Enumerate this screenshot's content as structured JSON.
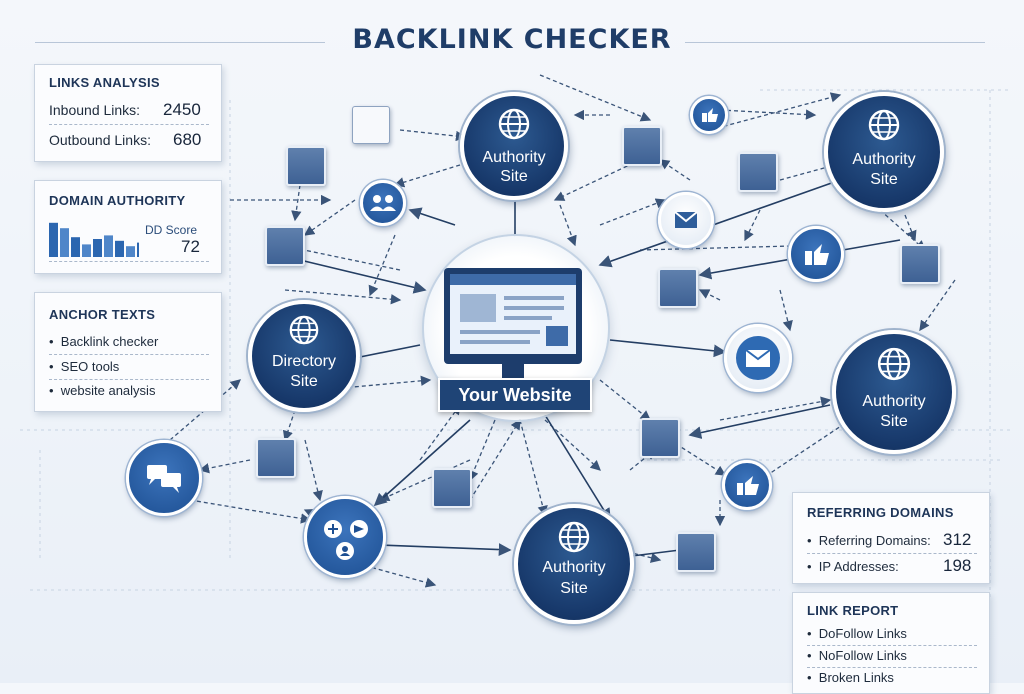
{
  "title": "BACKLINK CHECKER",
  "links_analysis": {
    "heading": "LINKS ANALYSIS",
    "inbound_label": "Inbound Links:",
    "inbound_value": "2450",
    "outbound_label": "Outbound Links:",
    "outbound_value": "680"
  },
  "domain_authority": {
    "heading": "DOMAIN AUTHORITY",
    "score_label": "DD Score",
    "score_value": "72",
    "bars": [
      0.95,
      0.8,
      0.55,
      0.35,
      0.5,
      0.6,
      0.45,
      0.3,
      0.4
    ]
  },
  "anchor_texts": {
    "heading": "ANCHOR TEXTS",
    "items": [
      "Backlink checker",
      "SEO tools",
      "website analysis"
    ]
  },
  "referring_domains": {
    "heading": "REFERRING DOMAINS",
    "domains_label": "Referring Domains:",
    "domains_value": "312",
    "ip_label": "IP Addresses:",
    "ip_value": "198"
  },
  "link_report": {
    "heading": "LINK REPORT",
    "items": [
      "DoFollow Links",
      "NoFollow Links",
      "Broken Links"
    ]
  },
  "nodes": {
    "authority_1": {
      "line1": "Authority",
      "line2": "Site"
    },
    "authority_2": {
      "line1": "Authority",
      "line2": "Site"
    },
    "authority_3": {
      "line1": "Authority",
      "line2": "Site"
    },
    "authority_4": {
      "line1": "Authority",
      "line2": "Site"
    },
    "directory": {
      "line1": "Directory",
      "line2": "Site"
    },
    "your_website": "Your Website"
  },
  "colors": {
    "navy": "#1a3a68",
    "accent": "#3c74bc",
    "background": "#f2f6fb"
  }
}
